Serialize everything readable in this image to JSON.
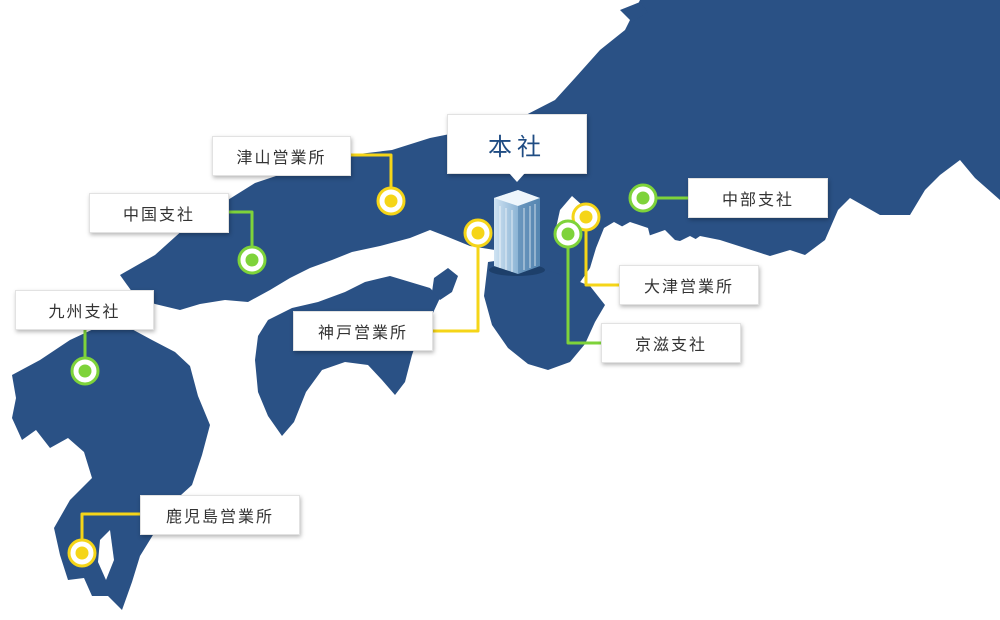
{
  "colors": {
    "land": "#2a5185",
    "land_dark": "#1d3c65",
    "sea": "#ffffff",
    "branch": "#7ed33a",
    "office": "#f5d518",
    "marker_fill": "#ffffff"
  },
  "headquarters": {
    "label": "本社",
    "icon": "office-building-icon"
  },
  "offices": [
    {
      "id": "tsuyama",
      "label": "津山営業所",
      "type": "office"
    },
    {
      "id": "chugoku",
      "label": "中国支社",
      "type": "branch"
    },
    {
      "id": "kyushu",
      "label": "九州支社",
      "type": "branch"
    },
    {
      "id": "kobe",
      "label": "神戸営業所",
      "type": "office"
    },
    {
      "id": "kagoshima",
      "label": "鹿児島営業所",
      "type": "office"
    },
    {
      "id": "chubu",
      "label": "中部支社",
      "type": "branch"
    },
    {
      "id": "otsu",
      "label": "大津営業所",
      "type": "office"
    },
    {
      "id": "keiji",
      "label": "京滋支社",
      "type": "branch"
    }
  ]
}
